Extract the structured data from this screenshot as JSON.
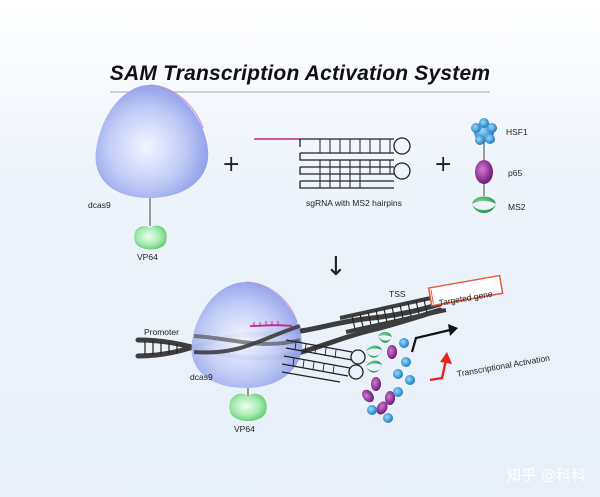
{
  "title": "SAM Transcription Activation System",
  "plus": "+",
  "labels": {
    "dcas9_top": "dcas9",
    "vp64_top": "VP64",
    "sgrna": "sgRNA with MS2 hairpins",
    "hsf1": "HSF1",
    "p65": "p65",
    "ms2": "MS2",
    "arrow": "↓",
    "tss": "TSS",
    "targeted_gene": "Targeted gene",
    "promoter": "Promoter",
    "dcas9_bottom": "dcas9",
    "vp64_bottom": "VP64",
    "transcriptional_activation": "Transcriptional Activation"
  },
  "watermark": "知乎 @科科",
  "colors": {
    "background_top": "#e9f1fa",
    "cas9": "#8fa3ee",
    "vp64": "#8fe29a",
    "hsf1": "#2e9bd6",
    "p65": "#8a2a8f",
    "ms2": "#3aa85a",
    "sgrna_guide": "#d0208f",
    "gene_box": "#e55a3c",
    "arrow_red": "#e8231c"
  }
}
